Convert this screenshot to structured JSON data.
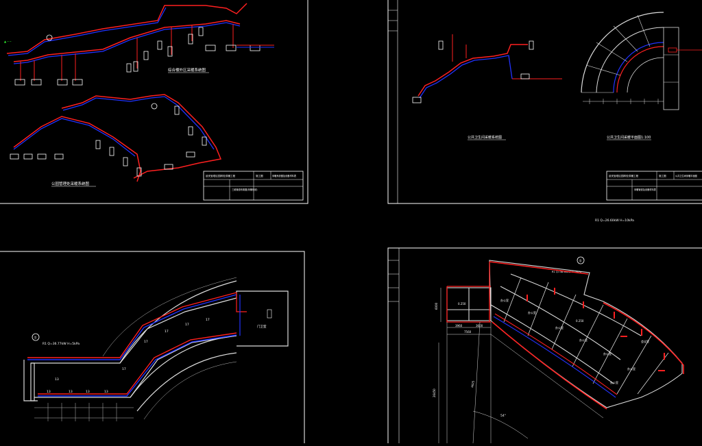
{
  "sheet_top_left": {
    "title_upper": "综合楼外区采暖系统图",
    "title_lower": "公园管理处采暖系统图",
    "titleblock": {
      "project": "延安宝塔区园林处供暖工程",
      "stage": "施工图",
      "drawing": "采暖系统图及设备材料表",
      "row2": "三维管道布置图(采暖系统)"
    }
  },
  "sheet_top_right": {
    "title_left": "公共卫生间采暖系统图",
    "title_right": "公共卫生间采暖平面图1:100",
    "titleblock": {
      "project": "延安宝塔区园林处供暖工程",
      "stage": "施工图",
      "drawing": "公共卫生间采暖平面图",
      "row2": "采暖管道及设备材料表"
    }
  },
  "sheet_top_right_note": "R1 Q=26.60kW H=10kPa",
  "sheet_bottom_left": {
    "marker": "①",
    "load_note": "R1 Q=36.77kW H=5kPa",
    "room_label": "门卫室",
    "dims": [
      "17",
      "17",
      "17",
      "17",
      "17",
      "13",
      "13",
      "13",
      "13",
      "13"
    ]
  },
  "sheet_bottom_right": {
    "marker": "①",
    "note": "R1 Q=38.60kW H=8kPa",
    "dims": {
      "left_height": "6000",
      "bottom_a": "3960",
      "bottom_b": "3600",
      "bottom_total": "7560",
      "vertical": "26450",
      "radius": "4625",
      "angle": "54°",
      "room_temp": "0.250"
    },
    "rooms": [
      "办公室",
      "办公室",
      "办公室",
      "办公室",
      "办公室",
      "办公室",
      "会议室",
      "办公室"
    ]
  },
  "colors": {
    "background": "#000000",
    "border": "#ffffff",
    "supply_pipe": "#ff2020",
    "return_pipe": "#2233ff",
    "text": "#ffffff",
    "label_green": "#33ff33",
    "wall": "#dddddd"
  }
}
